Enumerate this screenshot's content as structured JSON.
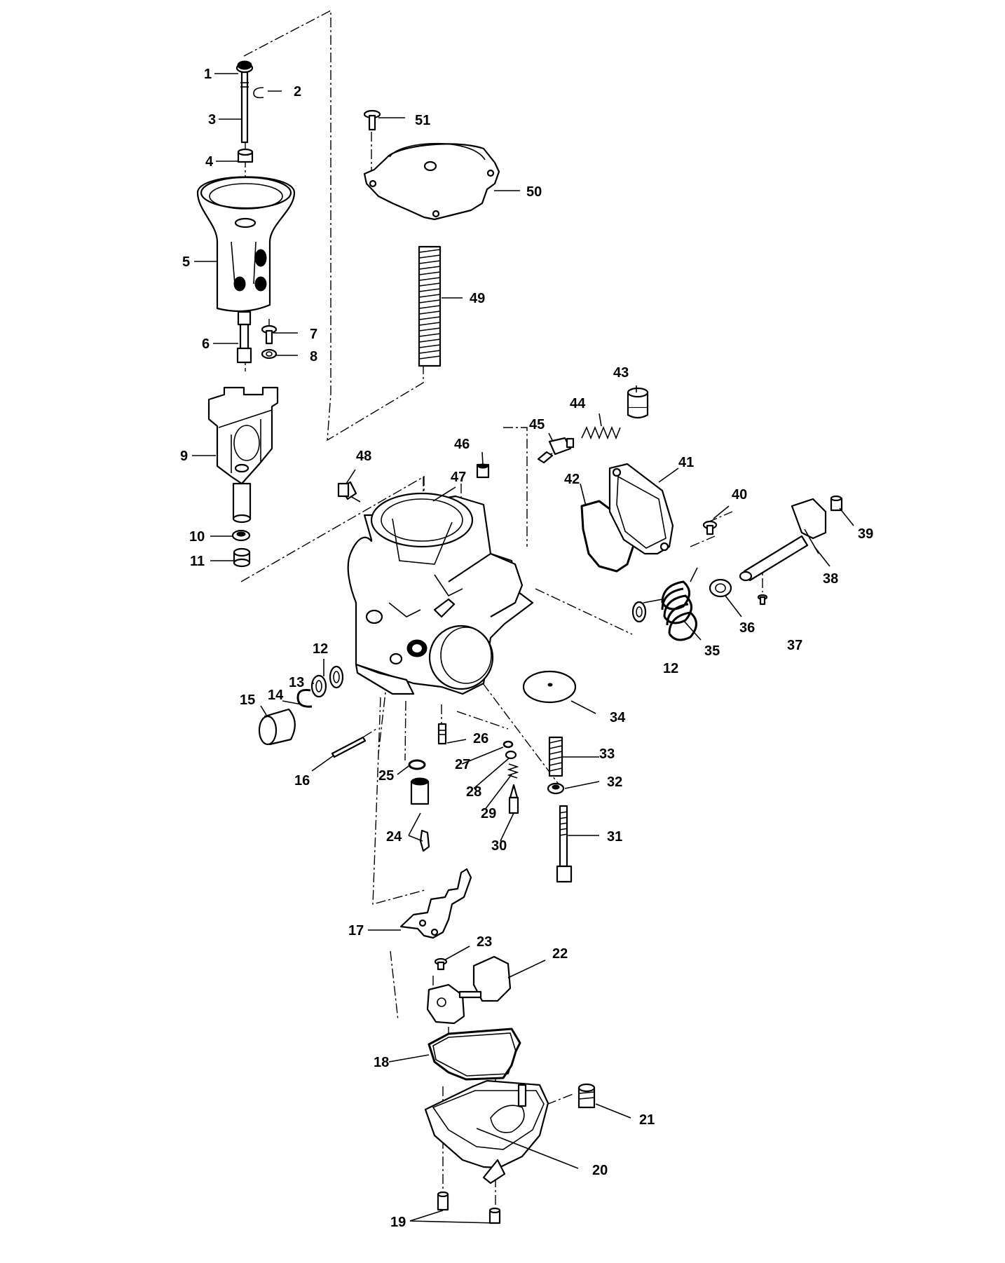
{
  "callouts": {
    "c1": "1",
    "c2": "2",
    "c3": "3",
    "c4": "4",
    "c5": "5",
    "c6": "6",
    "c7": "7",
    "c8": "8",
    "c9": "9",
    "c10": "10",
    "c11": "11",
    "c12a": "12",
    "c12b": "12",
    "c13": "13",
    "c14": "14",
    "c15": "15",
    "c16": "16",
    "c17": "17",
    "c18": "18",
    "c19": "19",
    "c20": "20",
    "c21": "21",
    "c22": "22",
    "c23": "23",
    "c24": "24",
    "c25": "25",
    "c26": "26",
    "c27": "27",
    "c28": "28",
    "c29": "29",
    "c30": "30",
    "c31": "31",
    "c32": "32",
    "c33": "33",
    "c34": "34",
    "c35": "35",
    "c36": "36",
    "c37": "37",
    "c38": "38",
    "c39": "39",
    "c40": "40",
    "c41": "41",
    "c42": "42",
    "c43": "43",
    "c44": "44",
    "c45": "45",
    "c46": "46",
    "c47": "47",
    "c48": "48",
    "c49": "49",
    "c50": "50",
    "c51": "51"
  }
}
